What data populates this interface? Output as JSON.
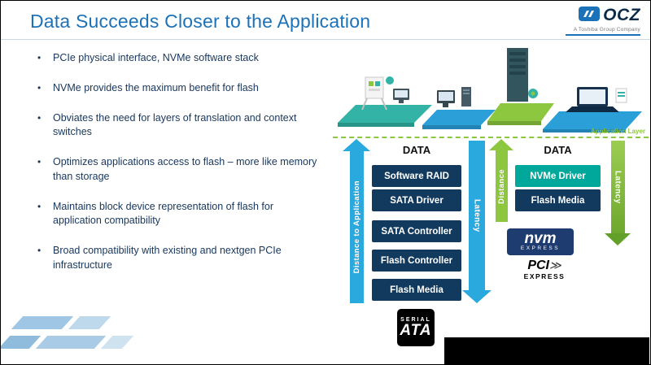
{
  "slide": {
    "title": "Data Succeeds Closer to the Application",
    "logo": {
      "brand": "OCZ",
      "tagline": "A Toshiba Group Company"
    },
    "bullets": [
      "PCIe physical interface, NVMe software stack",
      "NVMe provides the maximum benefit for flash",
      "Obviates the need for layers of translation and context switches",
      "Optimizes applications access to flash – more like memory than storage",
      "Maintains block device representation of flash for application compatibility",
      "Broad compatibility with existing and nextgen PCIe infrastructure"
    ],
    "diagram": {
      "application_layer_label": "Application Layer",
      "sata": {
        "header": "DATA",
        "distance_label": "Distance to Application",
        "latency_label": "Latency",
        "layers": [
          "Software RAID",
          "SATA Driver",
          "SATA Controller",
          "Flash Controller",
          "Flash Media"
        ],
        "logo": {
          "line1": "SERIAL",
          "line2": "ATA"
        }
      },
      "nvme": {
        "header": "DATA",
        "distance_label": "Distance",
        "latency_label": "Latency",
        "layers": [
          "NVMe Driver",
          "Flash Media"
        ],
        "nvm_logo": {
          "line1": "nvm",
          "line2": "EXPRESS"
        },
        "pci_logo": {
          "line1": "PCI",
          "chevrons": "≫",
          "line2": "EXPRESS"
        }
      }
    },
    "colors": {
      "title_blue": "#1C72B8",
      "bullet_navy": "#17365D",
      "box_navy": "#123A5E",
      "teal": "#00A79B",
      "arrow_blue": "#2AA9DF",
      "green": "#8DC63F"
    }
  }
}
